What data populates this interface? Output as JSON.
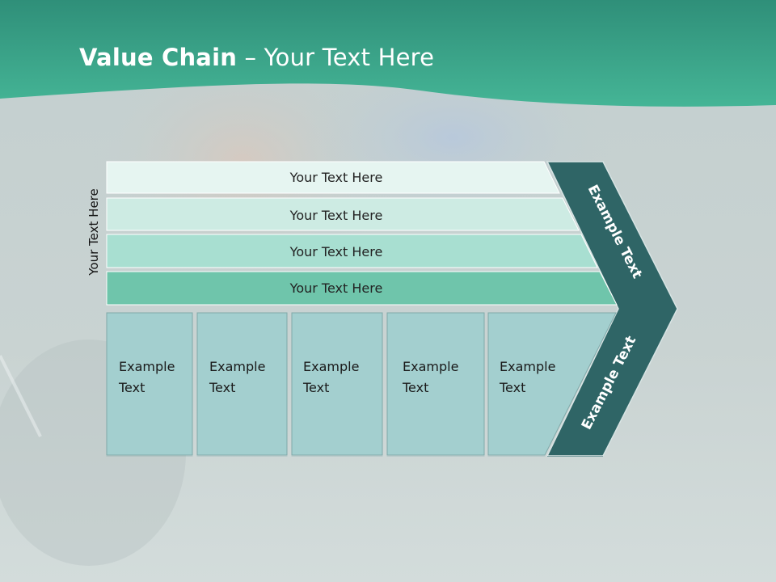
{
  "slide": {
    "title_bold": "Value Chain",
    "title_rest": " – Your Text Here",
    "vertical_label": "Your Text Here"
  },
  "bands": [
    {
      "label": "Your Text Here",
      "color": "#e6f5f1"
    },
    {
      "label": "Your Text Here",
      "color": "#cdebe3"
    },
    {
      "label": "Your Text Here",
      "color": "#a8dfd1"
    },
    {
      "label": "Your Text Here",
      "color": "#6fc5ab"
    }
  ],
  "boxes": [
    {
      "line1": "Example",
      "line2": "Text"
    },
    {
      "line1": "Example",
      "line2": "Text"
    },
    {
      "line1": "Example",
      "line2": "Text"
    },
    {
      "line1": "Example",
      "line2": "Text"
    },
    {
      "line1": "Example",
      "line2": "Text"
    }
  ],
  "chevron": {
    "upper_label": "Example Text",
    "lower_label": "Example Text",
    "color": "#2f6566"
  },
  "colors": {
    "header": "#3aa98a",
    "box": "#a3cfcf",
    "box_stroke": "#7fa9a9"
  }
}
